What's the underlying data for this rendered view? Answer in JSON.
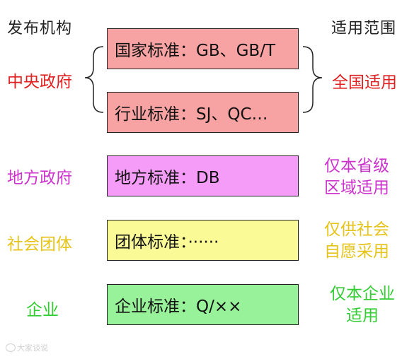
{
  "header": {
    "left": "发布机构",
    "right": "适用范围"
  },
  "rows": [
    {
      "standard": "国家标准：GB、GB/T",
      "color": "#f8a3a3"
    },
    {
      "standard": "行业标准：SJ、QC…",
      "color": "#f8a3a3"
    },
    {
      "standard": "地方标准：DB",
      "color": "#f49cf8",
      "issuer": "地方政府",
      "scope": [
        "仅本省级",
        "区域适用"
      ],
      "text_color": "#cc33cc"
    },
    {
      "standard": "团体标准：······",
      "color": "#fafa96",
      "issuer": "社会团体",
      "scope": [
        "仅供社会",
        "自愿采用"
      ],
      "text_color": "#e6c319"
    },
    {
      "standard": "企业标准：Q/××",
      "color": "#98f29a",
      "issuer": "企业",
      "scope": [
        "仅本企业",
        "适用"
      ],
      "text_color": "#33cc33"
    }
  ],
  "central": {
    "issuer": "中央政府",
    "scope": "全国适用",
    "text_color": "#e02020"
  },
  "watermark": {
    "text": "大家谈说"
  }
}
